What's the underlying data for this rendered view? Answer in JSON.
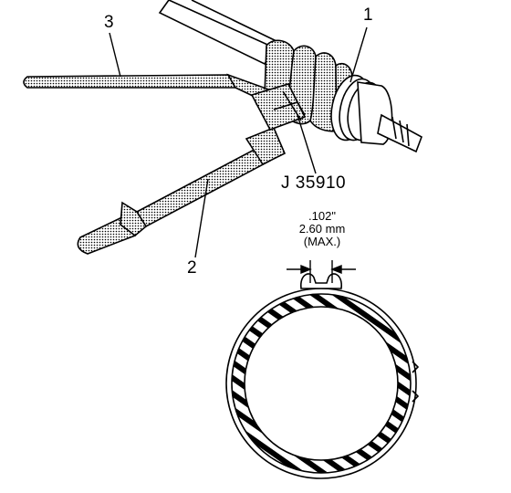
{
  "callouts": {
    "one": "1",
    "two": "2",
    "three": "3"
  },
  "tool_number": "J 35910",
  "clearance": {
    "inches": ".102\"",
    "mm": "2.60 mm",
    "qualifier": "(MAX.)"
  },
  "colors": {
    "ink": "#000000",
    "paper": "#ffffff",
    "stipple": "#8a8a8a"
  }
}
